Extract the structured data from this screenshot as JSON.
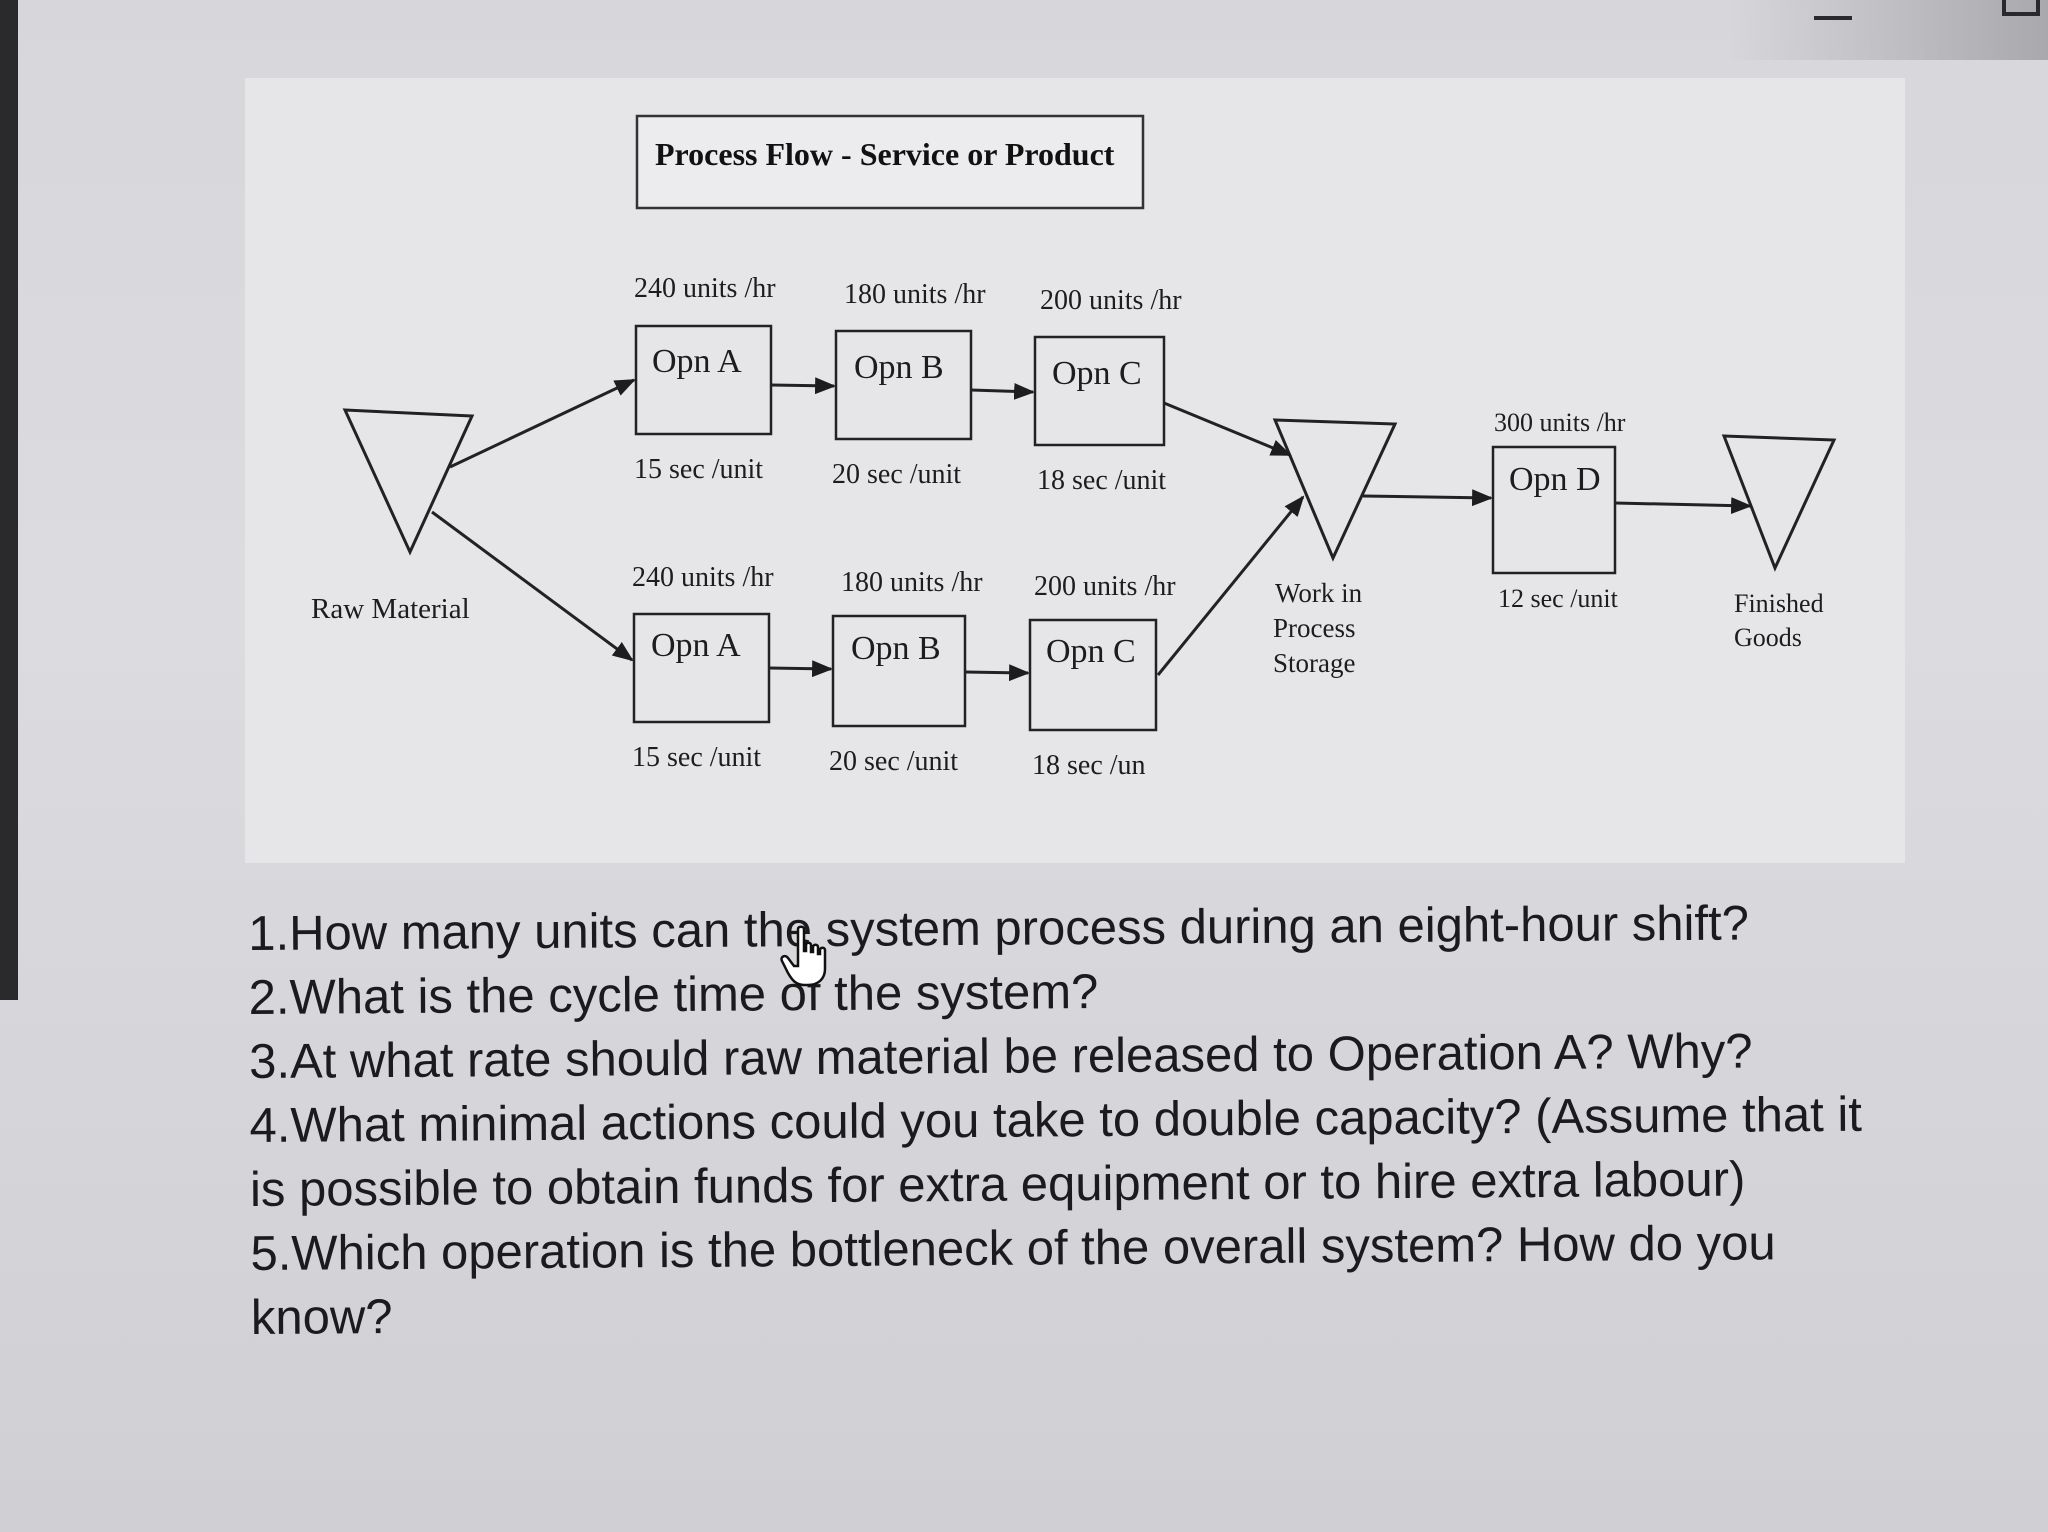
{
  "diagram": {
    "title": "Process Flow - Service or Product",
    "raw_material_label": "Raw Material",
    "wip_label_lines": [
      "Work in",
      "Process",
      "Storage"
    ],
    "finished_label_lines": [
      "Finished",
      "Goods"
    ],
    "top_line": [
      {
        "name": "Opn A",
        "rate": "240 units /hr",
        "time": "15 sec /unit"
      },
      {
        "name": "Opn B",
        "rate": "180 units /hr",
        "time": "20 sec /unit"
      },
      {
        "name": "Opn C",
        "rate": "200 units /hr",
        "time": "18 sec /unit"
      }
    ],
    "bottom_line": [
      {
        "name": "Opn A",
        "rate": "240 units /hr",
        "time": "15 sec /unit"
      },
      {
        "name": "Opn B",
        "rate": "180 units /hr",
        "time": "20 sec /unit"
      },
      {
        "name": "Opn C",
        "rate": "200 units /hr",
        "time": "18 sec /un"
      }
    ],
    "opn_d": {
      "name": "Opn D",
      "rate": "300 units /hr",
      "time": "12 sec /unit"
    }
  },
  "questions": [
    "1.How many units can the system process during an eight-hour shift?",
    "2.What is the cycle time of the system?",
    "3.At what rate should raw material be released to Operation A? Why?",
    "4.What minimal actions could you take to double capacity? (Assume that it is possible to obtain funds for extra equipment or to hire extra labour)",
    "5.Which operation is the bottleneck of the overall system? How do you know?"
  ],
  "colors": {
    "ink": "#1d1d1f",
    "panel": "#e6e6e9"
  },
  "icons": [
    "hand-pointer-cursor-icon"
  ]
}
